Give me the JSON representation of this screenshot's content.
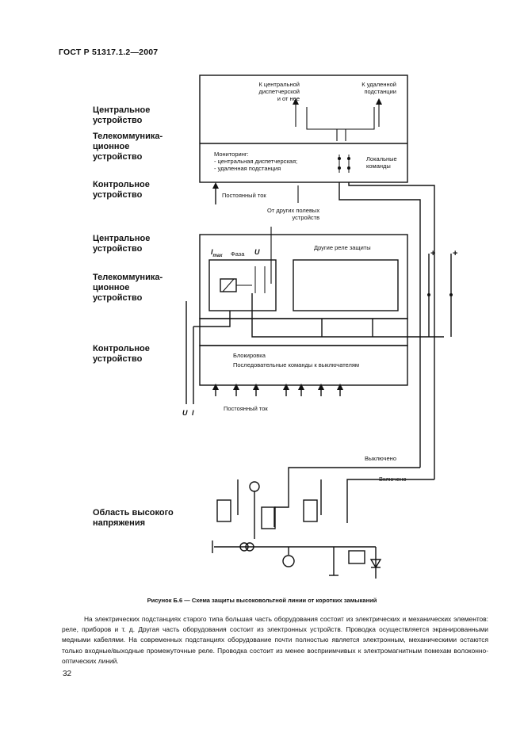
{
  "header": "ГОСТ Р 51317.1.2—2007",
  "left_labels": {
    "central_top": "Центральное\nустройство",
    "telecom_top": "Телекоммуника-\nционное\nустройство",
    "control_top": "Контрольное\nустройство",
    "central_mid": "Центральное\nустройство",
    "telecom_mid": "Телекоммуника-\nционное\nустройство",
    "control_mid": "Контрольное\nустройство",
    "high_voltage": "Область высокого\nнапряжения"
  },
  "diagram": {
    "to_central": "К центральной\nдиспетчерской\nи от нее",
    "to_remote": "К удаленной\nподстанции",
    "monitoring": "Мониторинг:\n- центральная диспетчерская;\n- удаленная подстанция",
    "local_commands": "Локальные\nкоманды",
    "dc_current_top": "Постоянный ток",
    "from_other_devices": "От других полевых\nустройств",
    "other_relays": "Другие реле защиты",
    "i_max": "I",
    "i_max_sub": "max",
    "phase": "Фаза",
    "u_label": "U",
    "blocking": "Блокировка",
    "sequential_commands": "Последовательные команды к выключателям",
    "dc_current_bottom": "Постоянный ток",
    "u_bottom": "U",
    "i_bottom": "I",
    "plus1": "+",
    "plus2": "+",
    "off": "Выключено",
    "on": "Включено"
  },
  "caption": "Рисунок Б.6 — Схема защиты высоковольтной линии от коротких замыканий",
  "paragraph": "На электрических подстанциях старого типа большая часть оборудования состоит из электрических и механических элементов: реле, приборов и т. д. Другая часть оборудования состоит из электронных устройств. Проводка осуществляется экранированными медными кабелями. На современных подстанциях оборудование почти полностью является электронным, механическими остаются только входные/выходные промежуточные реле. Проводка состоит из менее восприимчивых к электромагнитным помехам волоконно-оптических линий.",
  "page_number": "32"
}
